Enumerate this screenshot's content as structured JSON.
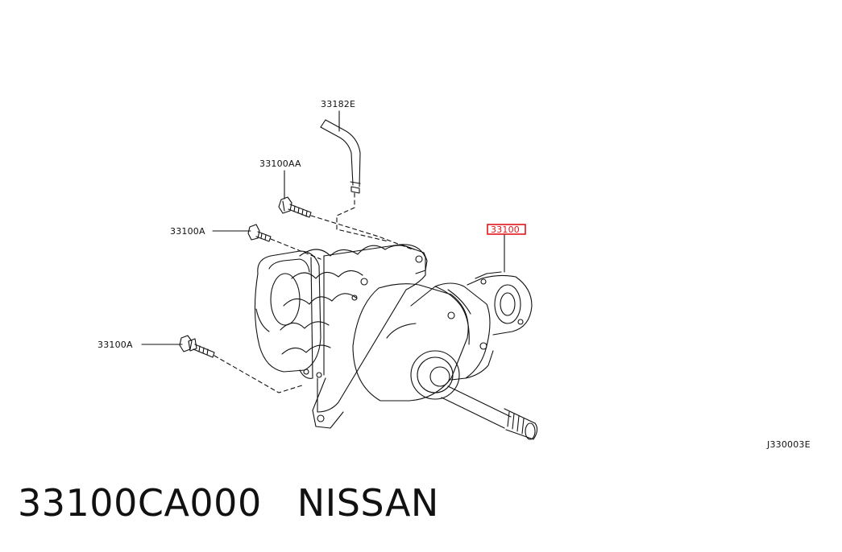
{
  "diagram": {
    "callouts": [
      {
        "id": "hose",
        "text": "33182E"
      },
      {
        "id": "stud-upper",
        "text": "33100AA"
      },
      {
        "id": "bolt-upper",
        "text": "33100A"
      },
      {
        "id": "bolt-lower",
        "text": "33100A"
      },
      {
        "id": "assembly",
        "text": "33100",
        "highlighted": true
      }
    ],
    "figure_code": "J330003E",
    "highlight_color": "#e0161b",
    "line_color": "#111111"
  },
  "caption": {
    "part_number": "33100CA000",
    "brand": "NISSAN"
  }
}
